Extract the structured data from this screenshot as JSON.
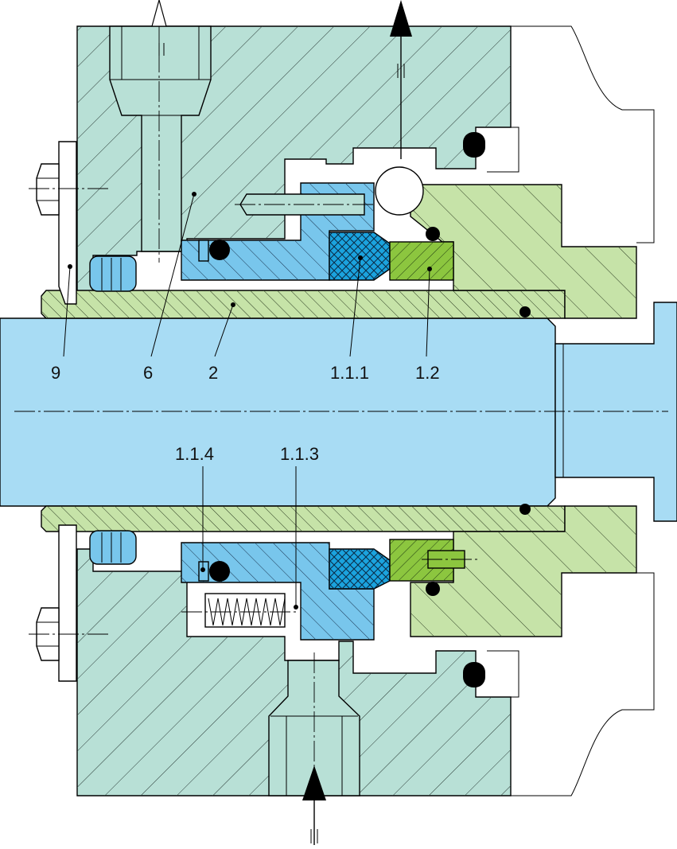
{
  "labels": {
    "item_9": "9",
    "item_6": "6",
    "item_2": "2",
    "item_1_1_1": "1.1.1",
    "item_1_2": "1.2",
    "item_1_1_4": "1.1.4",
    "item_1_1_3": "1.1.3"
  },
  "colors": {
    "housing": "#b8e0d6",
    "shaft": "#a8dcf4",
    "sleeve": "#c6e3a8",
    "seat_ring": "#8cc63f",
    "rotary_ring": "#1ba3de",
    "retainer": "#78c6ec",
    "oring": "#000000"
  },
  "icons": [
    "flow-arrow-up-hollow-icon",
    "flow-arrow-up-filled-icon",
    "flow-arrow-in-filled-icon",
    "hex-bolt-icon",
    "spring-icon"
  ]
}
